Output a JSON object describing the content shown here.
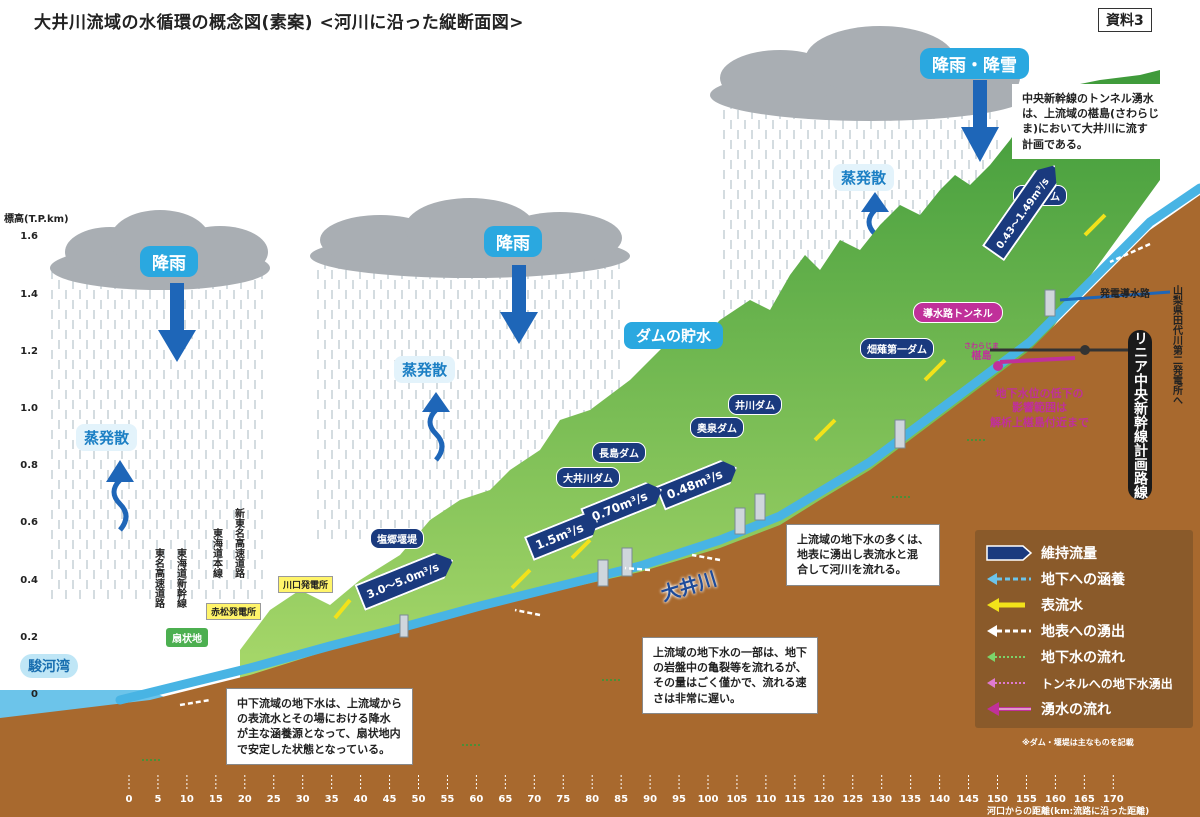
{
  "title": "大井川流域の水循環の概念図(素案) <河川に沿った縦断面図>",
  "doc_label": "資料3",
  "y_axis": {
    "title": "標高(T.P.km)",
    "ticks": [
      "1.6",
      "1.4",
      "1.2",
      "1.0",
      "0.8",
      "0.6",
      "0.4",
      "0.2",
      "0"
    ]
  },
  "x_axis": {
    "title": "河口からの距離(km:流路に沿った距離)",
    "ticks": [
      "0",
      "5",
      "10",
      "15",
      "20",
      "25",
      "30",
      "35",
      "40",
      "45",
      "50",
      "55",
      "60",
      "65",
      "70",
      "75",
      "80",
      "85",
      "90",
      "95",
      "100",
      "105",
      "110",
      "115",
      "120",
      "125",
      "130",
      "135",
      "140",
      "145",
      "150",
      "155",
      "160",
      "165",
      "170"
    ]
  },
  "rain_labels": {
    "left": "降雨",
    "middle": "降雨",
    "right": "降雨・降雪"
  },
  "evaporation_labels": {
    "left": "蒸発散",
    "middle": "蒸発散",
    "right": "蒸発散"
  },
  "dam_storage": "ダムの貯水",
  "facilities": {
    "tashiro_dam": "田代ダム",
    "hatanagi1_dam": "畑薙第一ダム",
    "ikawa_dam": "井川ダム",
    "okuizumi_dam": "奥泉ダム",
    "nagashima_dam": "長島ダム",
    "oigawa_dam": "大井川ダム",
    "shiogo_weir": "塩郷堰堤",
    "kawaguchi_power": "川口発電所",
    "akamatsu_power": "赤松発電所",
    "alluvial_fan": "扇状地",
    "suruga_bay": "駿河湾"
  },
  "roads": {
    "shin_tomei": "新東名高速道路",
    "tokaido_line": "東海道本線",
    "tokaido_shinkansen": "東海道新幹線",
    "tomei": "東名高速道路"
  },
  "maintenance_flows": {
    "tashiro": "0.43〜1.49m³/s",
    "hatanagi": "0.48m³/s",
    "okuizumi": "0.70m³/s",
    "oigawa": "1.5m³/s",
    "shiogo": "3.0〜5.0m³/s"
  },
  "river_name": "大井川",
  "tunnel": {
    "label": "導水路トンネル",
    "kaba_reading": "さわらじま",
    "kaba": "椹島",
    "power_channel": "発電導水路",
    "to_power_station": "山梨県田代川第二発電所へ",
    "linear": "リニア中央新幹線計画路線",
    "groundwater_drop": [
      "地下水位の低下の",
      "影響範囲は",
      "解析上椹島付近まで"
    ]
  },
  "notes": {
    "top_right": [
      "中央新幹線のトンネル湧水",
      "は、上流域の椹島(さわらじ",
      "ま)において大井川に流す",
      "計画である。"
    ],
    "upper_groundwater": [
      "上流域の地下水の多くは、",
      "地表に湧出し表流水と混",
      "合して河川を流れる。"
    ],
    "upper_rock": [
      "上流域の地下水の一部は、地下",
      "の岩盤中の亀裂等を流れるが、",
      "その量はごく僅かで、流れる速",
      "さは非常に遅い。"
    ],
    "downstream": [
      "中下流域の地下水は、上流域から",
      "の表流水とその場における降水",
      "が主な涵養源となって、扇状地内",
      "で安定した状態となっている。"
    ]
  },
  "legend": [
    {
      "label": "維持流量",
      "symbol": "navy-pentagon"
    },
    {
      "label": "地下への涵養",
      "symbol": "blue-dashed-arrow"
    },
    {
      "label": "表流水",
      "symbol": "yellow-arrow"
    },
    {
      "label": "地表への湧出",
      "symbol": "white-dashed-arrow"
    },
    {
      "label": "地下水の流れ",
      "symbol": "green-dashed-arrow"
    },
    {
      "label": "トンネルへの地下水湧出",
      "symbol": "purple-dashed-arrow"
    },
    {
      "label": "湧水の流れ",
      "symbol": "purple-arrow"
    }
  ],
  "legend_note": "※ダム・堰堤は主なものを記載",
  "colors": {
    "ground": "#a8692e",
    "mountain": "#6ab845",
    "river": "#48b4e4",
    "label_blue": "#2aa8e0",
    "navy": "#1a3a7e",
    "magenta": "#c0309a"
  }
}
